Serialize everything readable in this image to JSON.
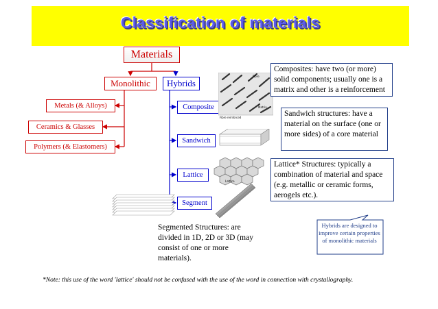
{
  "title": "Classification of materials",
  "root": "Materials",
  "branches": {
    "monolithic": "Monolithic",
    "hybrids": "Hybrids"
  },
  "monolithic_items": [
    "Metals (& Alloys)",
    "Ceramics & Glasses",
    "Polymers (& Elastomers)"
  ],
  "hybrid_items": [
    "Composite",
    "Sandwich",
    "Lattice",
    "Segment"
  ],
  "descriptions": {
    "composites": "Composites: have two (or more) solid components; usually one is a matrix and other is a reinforcement",
    "sandwich": "Sandwich structures: have a material on the surface (one or more sides) of a core material",
    "lattice": "Lattice* Structures: typically a combination of material and space (e.g. metallic or ceramic forms, aerogels etc.).",
    "segmented": "Segmented Structures: are divided in 1D, 2D or 3D (may consist of one or more materials)."
  },
  "callout": "Hybrids are designed to improve certain properties of monolithic materials",
  "footnote": "*Note: this use of the word 'lattice' should not be confused with the use of the word in connection with crystallography.",
  "image_labels": {
    "composite_fiber": "Fibre",
    "composite_matrix": "Matrix",
    "composite_caption": "Fibre reinforced",
    "lattice_caption": "Lattice"
  },
  "colors": {
    "title_bg": "#ffff00",
    "title_text": "#5a5ae8",
    "monolithic": "#cc0000",
    "hybrids": "#0000cc",
    "box_border": "#1f3c88"
  }
}
